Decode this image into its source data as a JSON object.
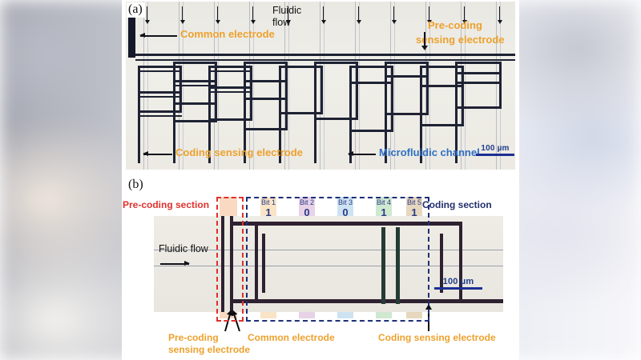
{
  "figure": {
    "panel_a": {
      "tag": "(a)",
      "annotations": {
        "common_electrode": "Common electrode",
        "fluidic_flow_line1": "Fluidic",
        "fluidic_flow_line2": "flow",
        "precoding_line1": "Pre-coding",
        "precoding_line2": "sensing electrode",
        "coding_sensing_electrode": "Coding sensing electrode",
        "microfluidic_channel": "Microfluidic channel"
      },
      "scale_bar": {
        "label": "100 µm"
      },
      "flow_arrow_count": 11,
      "channel_count": 11
    },
    "panel_b": {
      "tag": "(b)",
      "annotations": {
        "precoding_section": "Pre-coding section",
        "coding_section": "Coding section",
        "fluidic_flow": "Fluidic flow",
        "precoding_sensing_line1": "Pre-coding",
        "precoding_sensing_line2": "sensing electrode",
        "common_electrode": "Common electrode",
        "coding_sensing_electrode": "Coding sensing electrode"
      },
      "scale_bar": {
        "label": "100 µm"
      },
      "bits": [
        {
          "name": "Bit 1",
          "value": "1",
          "tint": "#f6d9b0"
        },
        {
          "name": "Bit 2",
          "value": "0",
          "tint": "#d9b6da"
        },
        {
          "name": "Bit 3",
          "value": "0",
          "tint": "#b9d7ec"
        },
        {
          "name": "Bit 4",
          "value": "1",
          "tint": "#b6dcb7"
        },
        {
          "name": "Bit 5",
          "value": "1",
          "tint": "#dcc7a4"
        }
      ],
      "code_word": "10011"
    },
    "colors": {
      "annotation_orange": "#eda12e",
      "annotation_blue": "#2f6fc4",
      "precoding_red": "#e0312c",
      "coding_navy": "#1f2f7a",
      "scalebar_blue": "#1c2f94",
      "electrode_ink": "#1e2233"
    }
  }
}
